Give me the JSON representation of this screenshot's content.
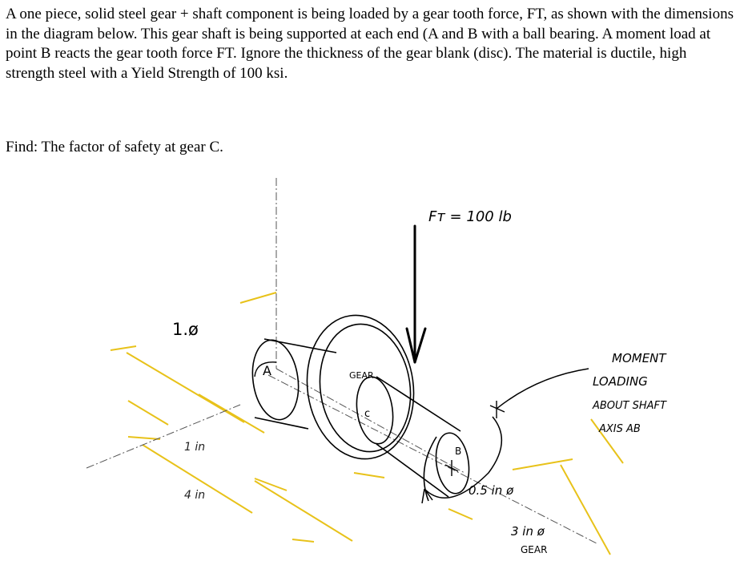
{
  "problem": {
    "statement": "A one piece, solid steel gear + shaft component is being loaded by a gear tooth force, FT, as shown with the dimensions in the diagram below.  This gear shaft is being supported at each end (A and B with a ball bearing.  A moment load at point B reacts the gear tooth force FT. Ignore the thickness of the gear blank (disc).  The material is ductile, high strength steel with a Yield Strength of 100 ksi.",
    "find": "Find: The factor of safety at gear C."
  },
  "diagram": {
    "force_label": "Fᴛ = 100 lb",
    "dim_shaft_left_dia": "1.ø",
    "dim_1in": "1 in",
    "dim_4in": "4 in",
    "dim_shaft_right_dia": "0.5 in ø",
    "dim_gear_dia_line1": "3 in ø",
    "dim_gear_dia_line2": "GEAR",
    "gear_label": "GEAR",
    "point_a": "A",
    "point_b": "B",
    "point_c": "c",
    "moment_note": [
      "MOMENT",
      "LOADING",
      "ABOUT SHAFT",
      "AXIS AB"
    ],
    "colors": {
      "dimension_lines": "#e8c21a",
      "ink": "#000000",
      "axis_dash": "#444444"
    }
  }
}
